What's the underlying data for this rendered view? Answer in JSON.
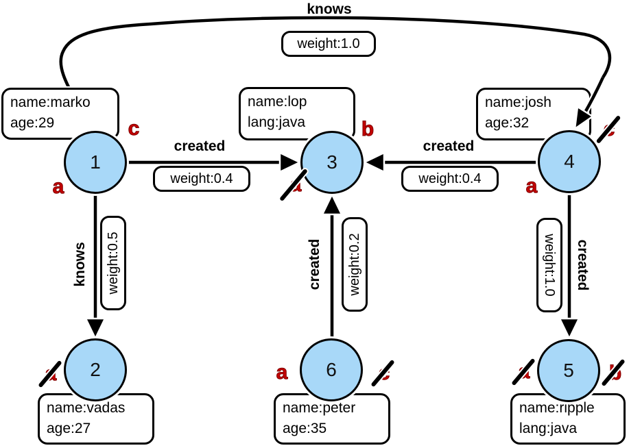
{
  "colors": {
    "node_fill": "#a8d8f8",
    "node_border": "#000000",
    "marker_red": "#c40000",
    "edge_line": "#000000",
    "box_bg": "#ffffff"
  },
  "vertices": [
    {
      "id": "1",
      "properties": [
        "name:marko",
        "age:29"
      ]
    },
    {
      "id": "2",
      "properties": [
        "name:vadas",
        "age:27"
      ]
    },
    {
      "id": "3",
      "properties": [
        "name:lop",
        "lang:java"
      ]
    },
    {
      "id": "4",
      "properties": [
        "name:josh",
        "age:32"
      ]
    },
    {
      "id": "5",
      "properties": [
        "name:ripple",
        "lang:java"
      ]
    },
    {
      "id": "6",
      "properties": [
        "name:peter",
        "age:35"
      ]
    }
  ],
  "edges": [
    {
      "from": "1",
      "to": "3",
      "label": "created",
      "weight": "weight:0.4"
    },
    {
      "from": "4",
      "to": "3",
      "label": "created",
      "weight": "weight:0.4"
    },
    {
      "from": "1",
      "to": "4",
      "label": "knows",
      "weight": "weight:1.0"
    },
    {
      "from": "1",
      "to": "2",
      "label": "knows",
      "weight": "weight:0.5"
    },
    {
      "from": "6",
      "to": "3",
      "label": "created",
      "weight": "weight:0.2"
    },
    {
      "from": "4",
      "to": "5",
      "label": "created",
      "weight": "weight:1.0"
    }
  ],
  "markers": [
    {
      "vertex": "1",
      "letter": "c",
      "slashed": false
    },
    {
      "vertex": "1",
      "letter": "a",
      "slashed": false
    },
    {
      "vertex": "3",
      "letter": "b",
      "slashed": false
    },
    {
      "vertex": "3",
      "letter": "a",
      "slashed": true
    },
    {
      "vertex": "4",
      "letter": "c",
      "slashed": true
    },
    {
      "vertex": "4",
      "letter": "a",
      "slashed": false
    },
    {
      "vertex": "2",
      "letter": "a",
      "slashed": true
    },
    {
      "vertex": "6",
      "letter": "a",
      "slashed": false
    },
    {
      "vertex": "6",
      "letter": "c",
      "slashed": true
    },
    {
      "vertex": "5",
      "letter": "a",
      "slashed": true
    },
    {
      "vertex": "5",
      "letter": "b",
      "slashed": true
    }
  ]
}
